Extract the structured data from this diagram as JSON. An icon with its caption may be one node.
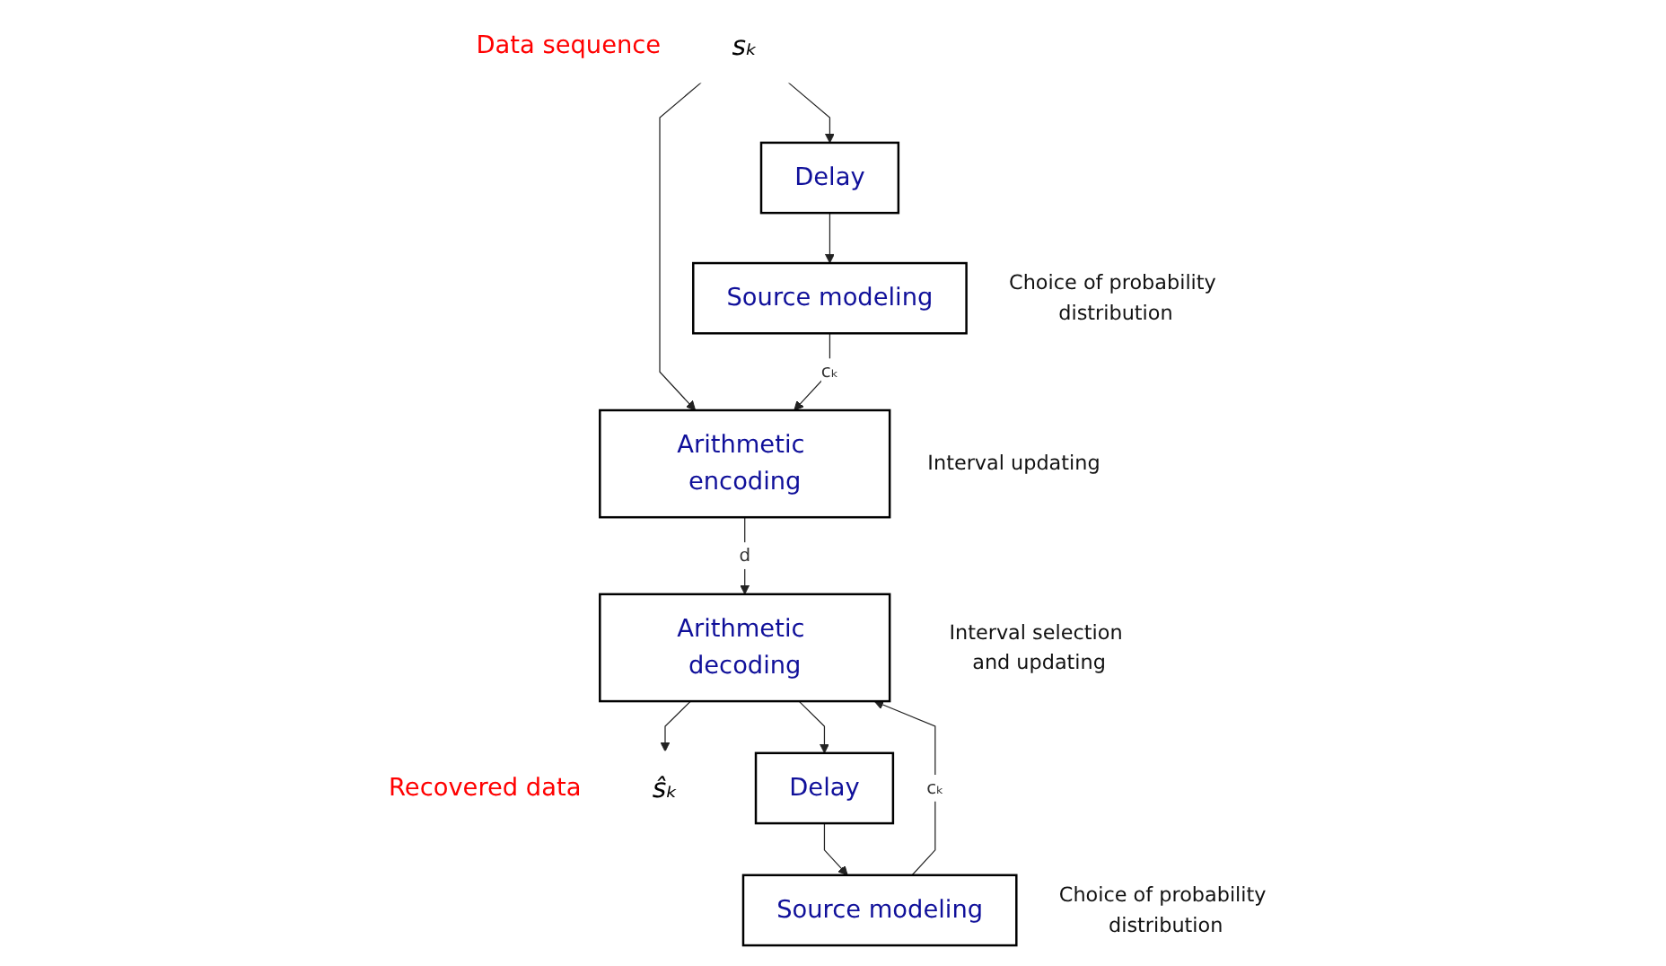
{
  "diagram": {
    "nodes": [
      {
        "text": [
          "Delay"
        ]
      },
      {
        "text": [
          "Source modeling"
        ],
        "beside": [
          "Choice of probability distribution"
        ]
      },
      {
        "text": [
          "Arithmetic encoding"
        ],
        "beside": [
          "Interval updating"
        ]
      },
      {
        "text": [
          "Arithmetic decoding"
        ],
        "beside": [
          "Interval selection and updating"
        ]
      },
      {
        "text": [
          "Delay"
        ]
      },
      {
        "text": [
          "Source modeling"
        ],
        "beside": [
          "Choice of probability distribution"
        ]
      },
      {
        "text": [
          "sₖ"
        ],
        "beside": [
          "Data sequence"
        ]
      },
      {
        "text": [
          "ŝₖ"
        ],
        "beside": [
          "Recovered data"
        ]
      }
    ],
    "edges": [
      {
        "from": 6,
        "to": 0,
        "arrow": "to"
      },
      {
        "from": 6,
        "to": 2,
        "arrow": "to"
      },
      {
        "from": 0,
        "to": 1,
        "arrow": "to"
      },
      {
        "from": 1,
        "to": 2,
        "label": "cₖ",
        "arrow": "to"
      },
      {
        "from": 2,
        "to": 3,
        "label": "d",
        "arrow": "to"
      },
      {
        "from": 3,
        "to": 7,
        "arrow": "to"
      },
      {
        "from": 3,
        "to": 4,
        "arrow": "to"
      },
      {
        "from": 4,
        "to": 5,
        "arrow": "to"
      },
      {
        "from": 5,
        "to": 3,
        "label": "cₖ",
        "arrow": "to"
      }
    ]
  }
}
